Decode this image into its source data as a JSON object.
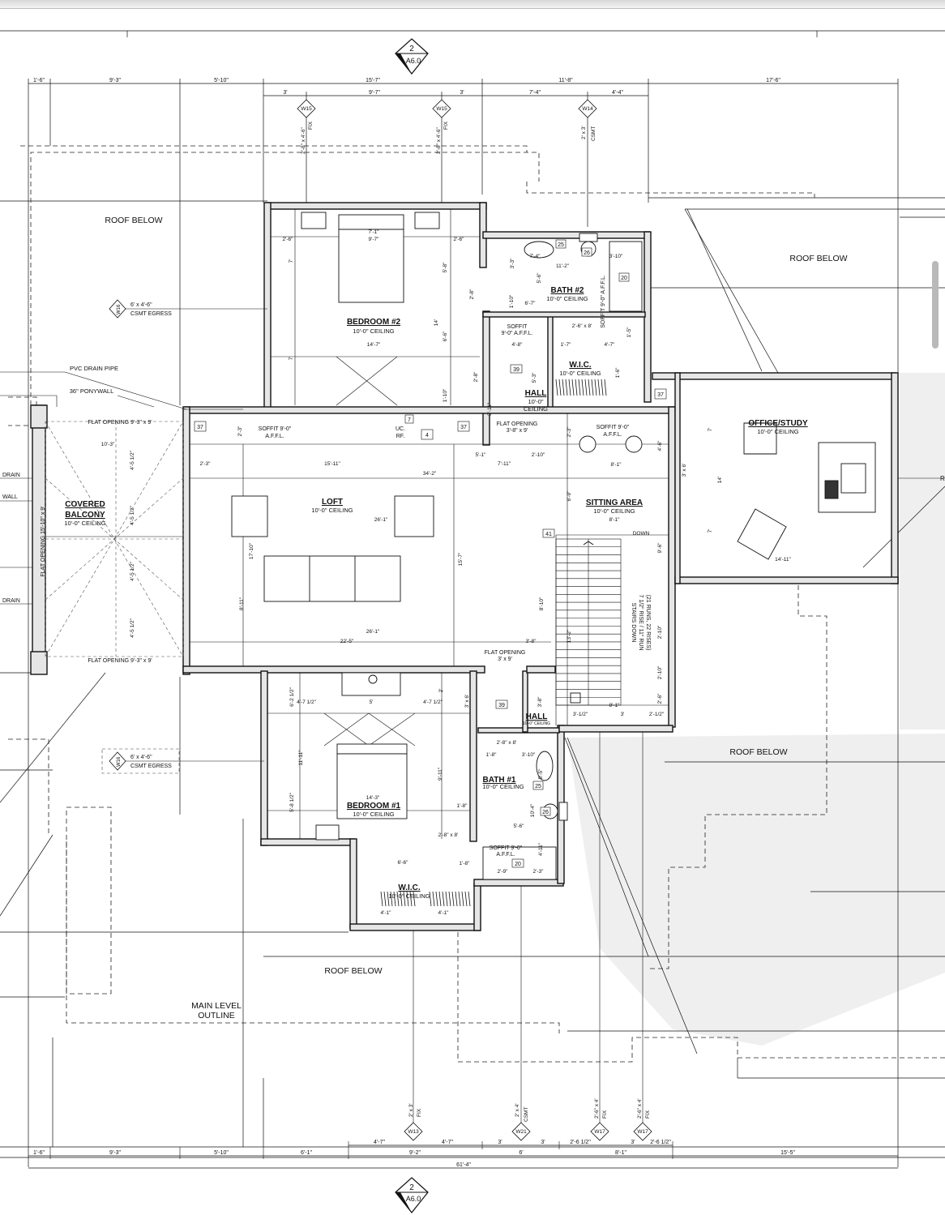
{
  "section_marker": {
    "number": "2",
    "sheet": "A6.0"
  },
  "dims_top_1": [
    "1'-6\"",
    "9'-3\"",
    "5'-10\"",
    "15'-7\"",
    "11'-8\"",
    "17'-6\""
  ],
  "dims_top_2": [
    "3'",
    "9'-7\"",
    "3'",
    "7'-4\"",
    "4'-4\""
  ],
  "dims_bottom_1": [
    "4'-7\"",
    "9'-2\"",
    "4'-7\"",
    "3'",
    "6'",
    "3'",
    "2'-6 1/2\"",
    "8'-1\"",
    "3'",
    "2'-6 1/2\""
  ],
  "dims_bottom_2": [
    "1'-6\"",
    "9'-3\"",
    "5'-10\"",
    "6'-1\"",
    "15'-5\""
  ],
  "dim_overall": "61'-4\"",
  "windows_top": [
    {
      "tag": "W15",
      "size": "2'-8\" x 4'-6\"",
      "type": "FIX"
    },
    {
      "tag": "W15",
      "size": "2'-8\" x 4'-6\"",
      "type": "FIX"
    },
    {
      "tag": "W14",
      "size": "2' x 3'",
      "type": "CSMT"
    }
  ],
  "windows_bottom": [
    {
      "tag": "W13",
      "size": "2' x 3'",
      "type": "FIX"
    },
    {
      "tag": "W21",
      "size": "2' x 4'",
      "type": "CSMT"
    },
    {
      "tag": "W17",
      "size": "2'-6\" x 4'",
      "type": "FIX"
    },
    {
      "tag": "W17",
      "size": "2'-6\" x 4'",
      "type": "FIX"
    }
  ],
  "window_w16_a": {
    "tag": "W16",
    "size": "6' x 4'-6\"",
    "type": "CSMT EGRESS"
  },
  "window_w16_b": {
    "tag": "W16",
    "size": "6' x 4'-6\"",
    "type": "CSMT EGRESS"
  },
  "roof_below": [
    "ROOF BELOW",
    "ROOF BELOW",
    "ROOF BELOW",
    "ROOF BELOW"
  ],
  "main_level_outline": [
    "MAIN LEVEL",
    "OUTLINE"
  ],
  "pvc_drain_pipe": "PVC DRAIN PIPE",
  "ponywall": "36\" PONYWALL",
  "edge_labels": [
    "DRAIN",
    "WALL",
    "DRAIN",
    "R"
  ],
  "rooms": {
    "bedroom2": {
      "name": "BEDROOM #2",
      "ceiling": "10'-0\" CEILING"
    },
    "bath2": {
      "name": "BATH #2",
      "ceiling": "10'-0\" CEILING"
    },
    "wic_top": {
      "name": "W.I.C.",
      "ceiling": "10'-0\" CEILING"
    },
    "hall_top": {
      "name": "HALL",
      "ceiling_1": "10'-0\"",
      "ceiling_2": "CEILING"
    },
    "office": {
      "name": "OFFICE/STUDY",
      "ceiling": "10'-0\" CEILING"
    },
    "covered_balcony": {
      "name_1": "COVERED",
      "name_2": "BALCONY",
      "ceiling": "10'-0\" CEILING"
    },
    "loft": {
      "name": "LOFT",
      "ceiling": "10'-0\" CEILING"
    },
    "sitting": {
      "name": "SITTING AREA",
      "ceiling": "10'-0\" CEILING"
    },
    "bedroom1": {
      "name": "BEDROOM #1",
      "ceiling": "10'-0\" CEILING"
    },
    "bath1": {
      "name": "BATH #1",
      "ceiling": "10'-0\" CEILING"
    },
    "wic_bottom": {
      "name": "W.I.C.",
      "ceiling": "10'-0\" CEILING"
    },
    "hall_bottom": {
      "name": "HALL",
      "ceiling": "10'-0\" CEILING"
    }
  },
  "notes": {
    "soffit_top": [
      "SOFFIT",
      "9'-0\" A.F.F.L."
    ],
    "soffit_loft": [
      "SOFFIT 9'-0\"",
      "A.F.F.L."
    ],
    "soffit_sitting": [
      "SOFFIT 9'-0\"",
      "A.F.F.L."
    ],
    "soffit_bath2": "SOFFIT 9'-0\" A.F.F.L.",
    "soffit_bath1": [
      "SOFFIT 9'-0\"",
      "A.F.F.L."
    ],
    "flat_opening_hall": [
      "FLAT OPENING",
      "3'-8\" x 9'"
    ],
    "flat_opening_stair": [
      "FLAT OPENING",
      "3' x 9'"
    ],
    "flat_opening_balcony_top": "FLAT OPENING 9'-3\" x 9'",
    "flat_opening_balcony_bottom": "FLAT OPENING 9'-3\" x 9'",
    "flat_opening_balcony_side": "FLAT OPENING 15'-10\" x 9'",
    "uc_rf": [
      "UC.",
      "RF."
    ],
    "down": "DOWN",
    "stairs": [
      "STAIRS DOWN",
      "7 1/2\" RISE / 11\" RUN",
      "(21 RUNS, 22 RISES)"
    ]
  },
  "tags": [
    "25",
    "26",
    "20",
    "39",
    "37",
    "37",
    "37",
    "37",
    "4",
    "7",
    "41",
    "39",
    "25",
    "26",
    "20"
  ],
  "dims_inner": {
    "b2": [
      "7'-1\"",
      "9'-7\"",
      "2'-6\"",
      "2'-6\"",
      "7'",
      "5'-8\"",
      "14'",
      "14'-7\"",
      "6'-6\"",
      "7'",
      "1'-10\"",
      "2'-8\"",
      "2'-8\""
    ],
    "bath2": [
      "7'-4\"",
      "3'-10\"",
      "11'-2\"",
      "5'-6\"",
      "1'-10\"",
      "6'-7\"",
      "2'-6\" x 8'",
      "1'-7\"",
      "4'-7\"",
      "1'-5\"",
      "4'-8\"",
      "3'-3\"",
      "5'-3\"",
      "3'-11\"",
      "5'-1\"",
      "7'-11\"",
      "2'-10\"",
      "2'-3\"",
      "1'-6\""
    ],
    "loft": [
      "10'-3\"",
      "2'-3\"",
      "15'-11\"",
      "34'-2\"",
      "26'-1\"",
      "17'-10\"",
      "8'-11\"",
      "26'-1\"",
      "22'-5\"",
      "3'-8\"",
      "15'-7\"",
      "6'-9\"",
      "8'-1\"",
      "2'-3\"",
      "4'-6\""
    ],
    "balcony": [
      "4'-5 1/2\"",
      "4'-5 1/2\"",
      "4'-5 1/2\"",
      "4'-5 1/2\""
    ],
    "sitting": [
      "8'-1\"",
      "8'-1\"",
      "9'-6\"",
      "8'-10\"",
      "13'-2\"",
      "2'-10\"",
      "2'-10\"",
      "2'-6\"",
      "3'-1/2\"",
      "3'",
      "2'-1/2\"",
      "3' x 6'"
    ],
    "office": [
      "7'",
      "14'",
      "7'",
      "14'-11\""
    ],
    "b1": [
      "6'-2 1/2\"",
      "4'-7 1/2\"",
      "5'",
      "4'-7 1/2\"",
      "2'",
      "11'-11\"",
      "9'-11\"",
      "14'-3\"",
      "5'-8 1/2\"",
      "1'-8\"",
      "2'-8\" x 8'",
      "1'-8\"",
      "6'-6\"",
      "4'-1\"",
      "4'-1\"",
      "3' x 6'",
      "3'-8\""
    ],
    "bath1": [
      "2'-8\" x 8'",
      "1'-8\"",
      "3'-10\"",
      "5'-5\"",
      "10'-4\"",
      "5'-6\"",
      "4'-11\"",
      "2'-9\"",
      "2'-3\""
    ]
  }
}
